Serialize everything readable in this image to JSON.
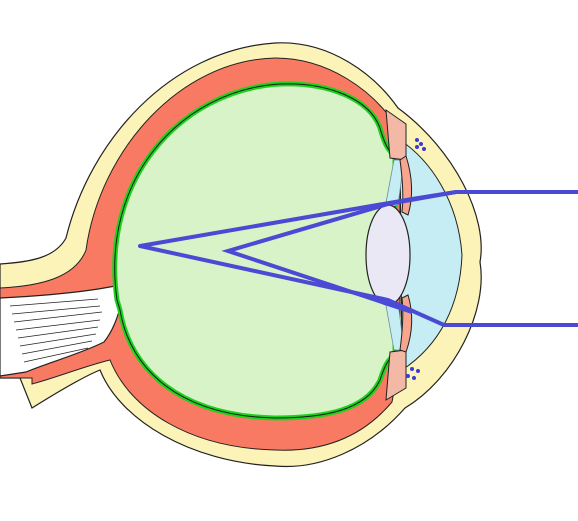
{
  "diagram": {
    "colors": {
      "sclera": "#fbf3b8",
      "choroid": "#f97a63",
      "retina": "#1fd11f",
      "vitreous": "#d8f3c8",
      "aqueous": "#c6ecf4",
      "lens": "#ebe8f6",
      "iris": "#f7a58c",
      "ciliary": "#f4b9a6",
      "rays": "#4a4ad4",
      "outline": "#222222"
    },
    "parts": [
      "sclera",
      "choroid",
      "retina",
      "vitreous-body",
      "optic-nerve",
      "cornea",
      "anterior-chamber",
      "lens",
      "iris-upper",
      "iris-lower",
      "ciliary-body-upper",
      "ciliary-body-lower",
      "incoming-ray-upper",
      "incoming-ray-lower",
      "focal-point"
    ]
  }
}
